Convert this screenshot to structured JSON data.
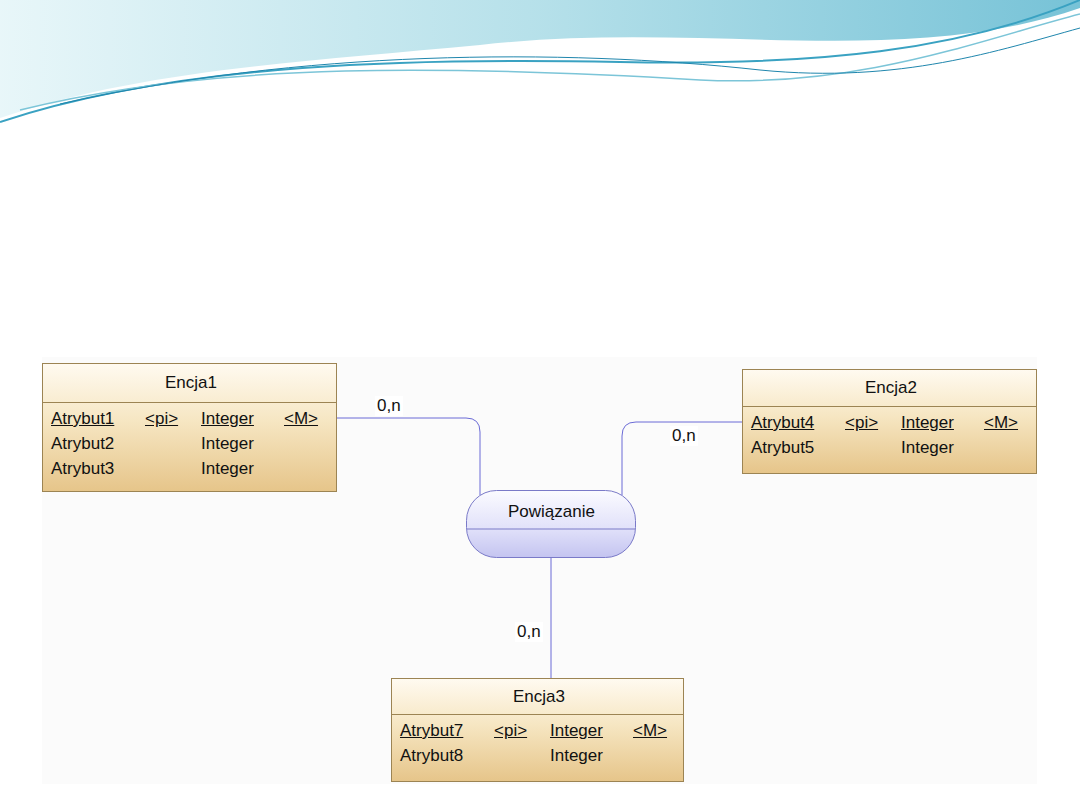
{
  "diagram": {
    "nodes": [
      {
        "text": [
          "Encja1",
          "Atrybut1",
          "<pi>",
          "Integer",
          "<M>",
          "Atrybut2",
          "Integer",
          "Atrybut3",
          "Integer"
        ]
      },
      {
        "text": [
          "Encja2",
          "Atrybut4",
          "<pi>",
          "Integer",
          "<M>",
          "Atrybut5",
          "Integer"
        ]
      },
      {
        "text": [
          "Powiązanie"
        ]
      },
      {
        "text": [
          "Encja3",
          "Atrybut7",
          "<pi>",
          "Integer",
          "<M>",
          "Atrybut8",
          "Integer"
        ]
      }
    ],
    "edges": [
      {
        "from": 0,
        "to": 2,
        "arrow": "none",
        "label": "0,n"
      },
      {
        "from": 1,
        "to": 2,
        "arrow": "none",
        "label": "0,n"
      },
      {
        "from": 2,
        "to": 3,
        "arrow": "none",
        "label": "0,n"
      }
    ]
  }
}
